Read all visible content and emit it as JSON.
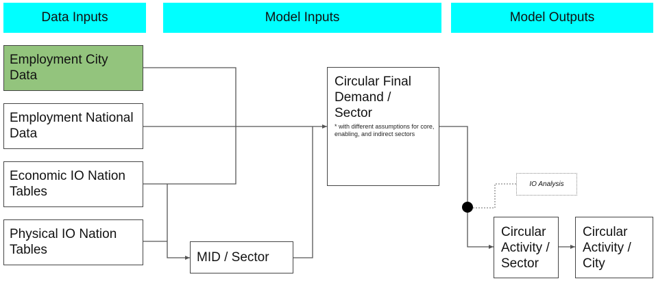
{
  "headers": {
    "data_inputs": "Data Inputs",
    "model_inputs": "Model Inputs",
    "model_outputs": "Model Outputs"
  },
  "data_inputs": {
    "employment_city": "Employment City Data",
    "employment_national": "Employment National Data",
    "economic_io": "Economic IO Nation Tables",
    "physical_io": "Physical IO Nation Tables"
  },
  "model_inputs": {
    "circular_final_demand": "Circular Final Demand / Sector",
    "assumptions_note": "* with different assumptions for core, enabling, and indirect sectors",
    "mid_sector": "MID / Sector"
  },
  "model_outputs": {
    "io_analysis": "IO Analysis",
    "circular_activity_sector": "Circular Activity / Sector",
    "circular_activity_city": "Circular Activity / City"
  },
  "colors": {
    "header_bg": "#00ffff",
    "highlight_box": "#93c47d"
  }
}
